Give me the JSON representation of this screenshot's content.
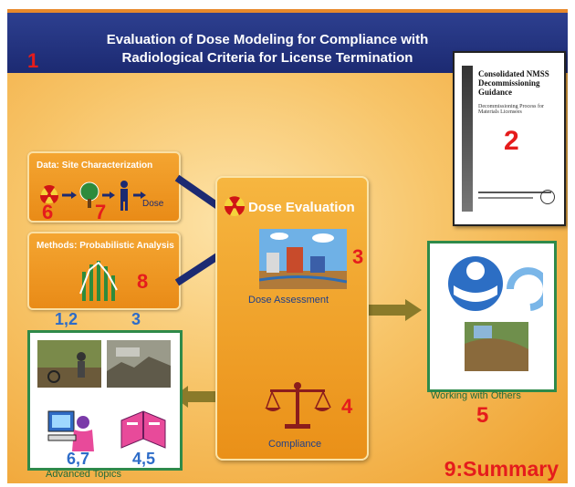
{
  "header": {
    "title_line1": "Evaluation of Dose Modeling for Compliance with",
    "title_line2": "Radiological Criteria for License Termination",
    "number": "1"
  },
  "guidance_doc": {
    "title": "Consolidated NMSS Decommissioning Guidance",
    "subtitle": "Decommissioning Process for Materials Licensees",
    "number": "2"
  },
  "site_box": {
    "title": "Data: Site Characterization",
    "dose_label": "Dose",
    "num_a": "6",
    "num_b": "7"
  },
  "methods_box": {
    "title": "Methods: Probabilistic Analysis",
    "number": "8"
  },
  "dose_evaluation": {
    "title": "Dose Evaluation",
    "assessment_label": "Dose Assessment",
    "assessment_number": "3",
    "compliance_label": "Compliance",
    "compliance_number": "4"
  },
  "others": {
    "label": "Working with Others",
    "number": "5"
  },
  "advanced": {
    "label": "Advanced Topics",
    "num_top_left": "1,2",
    "num_top_right": "3",
    "num_bottom_left": "6,7",
    "num_bottom_right": "4,5"
  },
  "summary": "9:Summary",
  "colors": {
    "banner": "#1c2a72",
    "accent_orange": "#ea9018",
    "number_red": "#e51c1c",
    "number_blue": "#2d6cc8",
    "frame_green": "#2f8a4a"
  },
  "icons": [
    "radiation-icon",
    "tree-icon",
    "person-icon",
    "probability-chart-icon",
    "scales-icon",
    "epa-logo-icon",
    "computer-user-icon",
    "book-icon"
  ]
}
